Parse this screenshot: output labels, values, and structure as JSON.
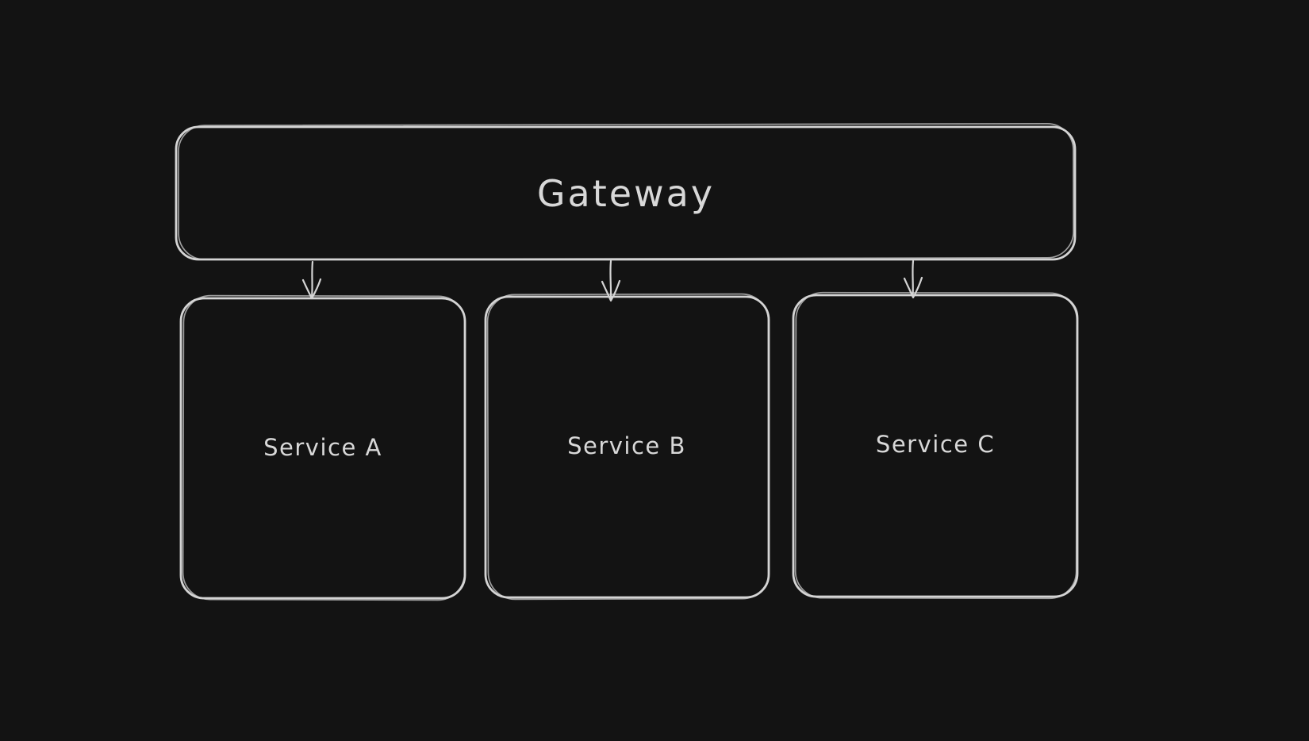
{
  "colors": {
    "background": "#131313",
    "stroke": "#d4d4d4",
    "text": "#d8d8d8"
  },
  "diagram": {
    "type": "flowchart",
    "style": "hand-drawn",
    "nodes": [
      {
        "id": "gateway",
        "label": "Gateway",
        "shape": "rounded-rectangle"
      },
      {
        "id": "service-a",
        "label": "Service A",
        "shape": "rounded-rectangle"
      },
      {
        "id": "service-b",
        "label": "Service B",
        "shape": "rounded-rectangle"
      },
      {
        "id": "service-c",
        "label": "Service C",
        "shape": "rounded-rectangle"
      }
    ],
    "edges": [
      {
        "from": "gateway",
        "to": "service-a",
        "arrow": "down"
      },
      {
        "from": "gateway",
        "to": "service-b",
        "arrow": "down"
      },
      {
        "from": "gateway",
        "to": "service-c",
        "arrow": "down"
      }
    ]
  }
}
